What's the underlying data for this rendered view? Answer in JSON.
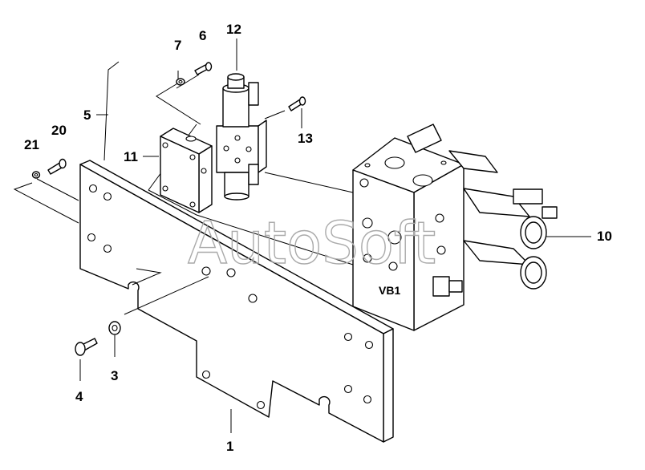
{
  "diagram": {
    "watermark": "AutoSoft",
    "valve_label": "VB1",
    "callouts": [
      {
        "id": "c1",
        "text": "1"
      },
      {
        "id": "c3",
        "text": "3"
      },
      {
        "id": "c4",
        "text": "4"
      },
      {
        "id": "c5",
        "text": "5"
      },
      {
        "id": "c6",
        "text": "6"
      },
      {
        "id": "c7",
        "text": "7"
      },
      {
        "id": "c10",
        "text": "10"
      },
      {
        "id": "c11",
        "text": "11"
      },
      {
        "id": "c12",
        "text": "12"
      },
      {
        "id": "c13",
        "text": "13"
      },
      {
        "id": "c20",
        "text": "20"
      },
      {
        "id": "c21",
        "text": "21"
      }
    ]
  }
}
